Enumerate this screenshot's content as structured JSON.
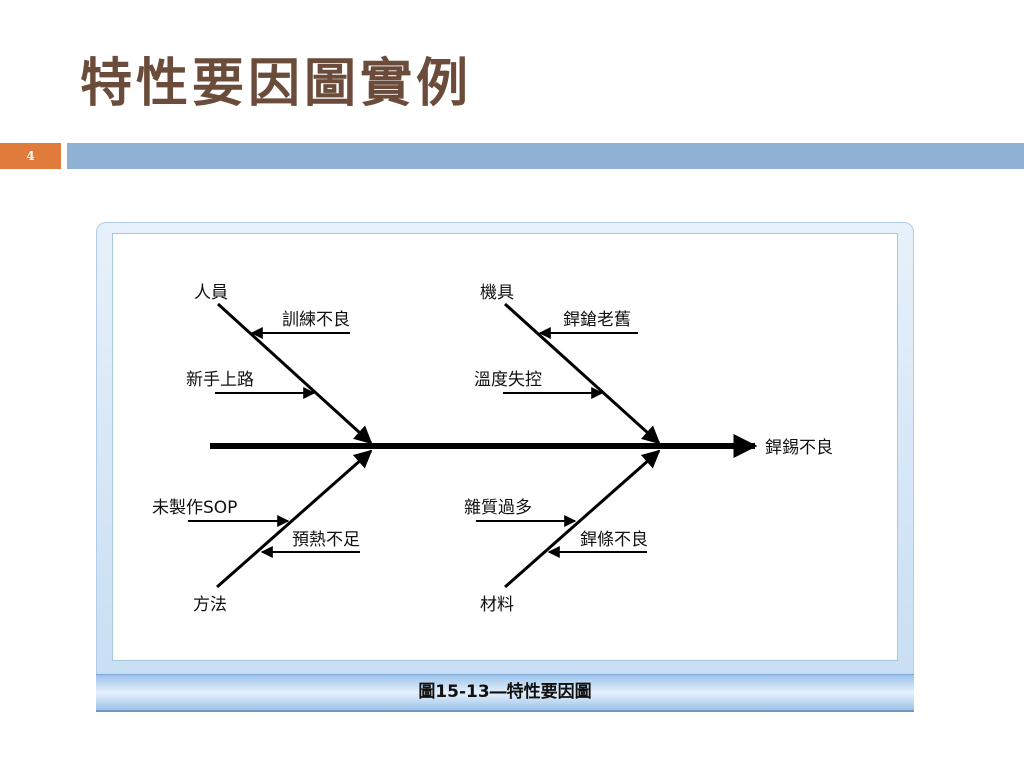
{
  "slide": {
    "title": "特性要因圖實例",
    "page_number": "4",
    "accent_color": "#e07b3c",
    "band_color": "#8fb1d3",
    "title_color": "#6b4b3a"
  },
  "figure": {
    "caption": "圖15-13―特性要因圖",
    "effect": "銲錫不良",
    "categories": {
      "people": {
        "label": "人員",
        "causes": [
          "訓練不良",
          "新手上路"
        ]
      },
      "machine": {
        "label": "機具",
        "causes": [
          "銲鎗老舊",
          "溫度失控"
        ]
      },
      "method": {
        "label": "方法",
        "causes": [
          "未製作SOP",
          "預熱不足"
        ]
      },
      "material": {
        "label": "材料",
        "causes": [
          "雜質過多",
          "銲條不良"
        ]
      }
    }
  }
}
